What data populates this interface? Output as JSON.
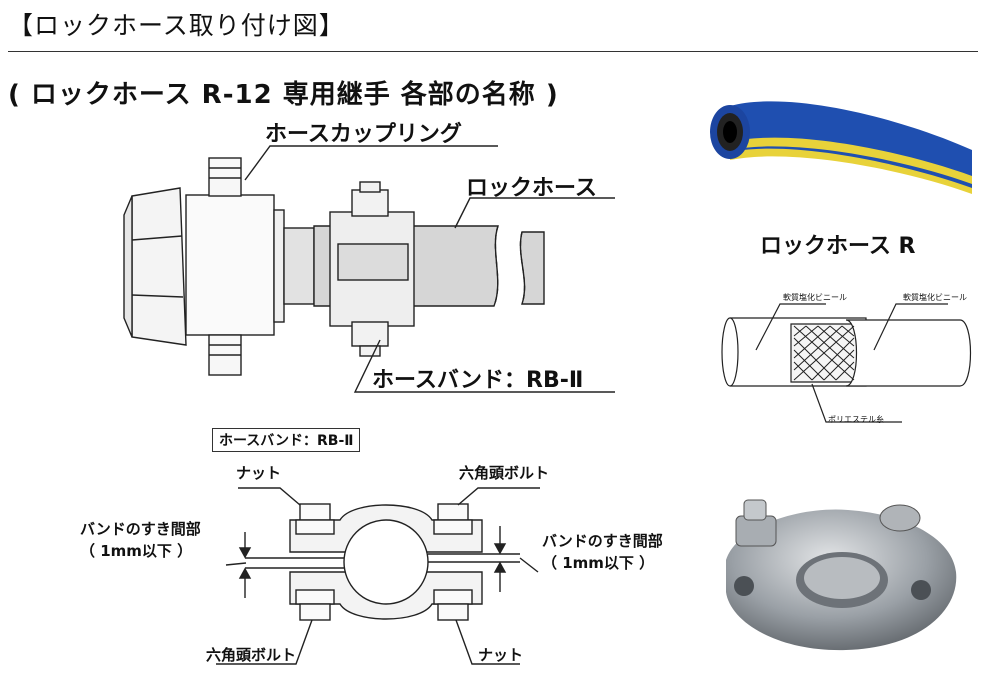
{
  "heading": "【ロックホース取り付け図】",
  "subheading": "( ロックホース R-12 専用継手 各部の名称 )",
  "labels": {
    "hose_coupling": "ホースカップリング",
    "lock_hose": "ロックホース",
    "hose_band_rb2": "ホースバンド：RB-Ⅱ",
    "lock_hose_r": "ロックホース R",
    "soft_pvc_left": "軟質塩化ビニール",
    "soft_pvc_right": "軟質塩化ビニール",
    "polyester_thread": "ポリエステル糸",
    "band_box_title": "ホースバンド：RB-Ⅱ",
    "nut_top": "ナット",
    "hex_bolt_top": "六角頭ボルト",
    "gap_left_line1": "バンドのすき間部",
    "gap_left_line2": "（ 1mm以下 ）",
    "gap_right_line1": "バンドのすき間部",
    "gap_right_line2": "（ 1mm以下 ）",
    "hex_bolt_bottom": "六角頭ボルト",
    "nut_bottom": "ナット"
  },
  "colors": {
    "hose_blue": "#1f4fb0",
    "hose_yellow": "#e8d23a",
    "metal": "#9aa0a6",
    "line": "#222222"
  }
}
